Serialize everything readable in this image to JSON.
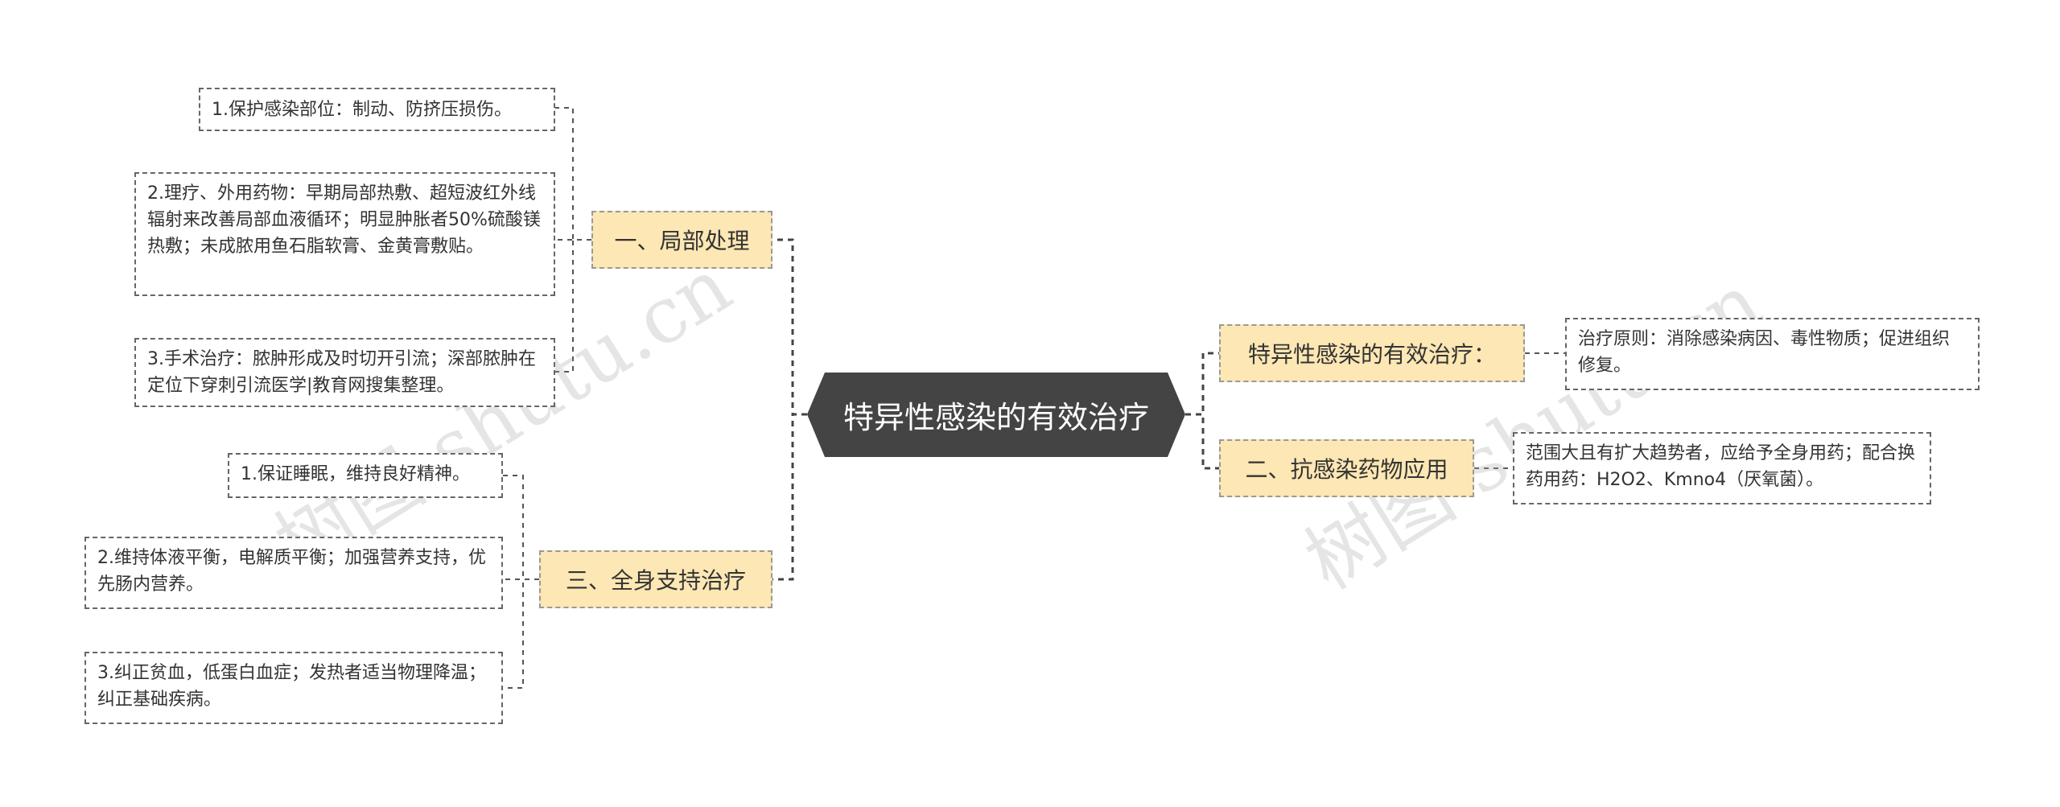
{
  "root": {
    "title": "特异性感染的有效治疗"
  },
  "left": [
    {
      "label": "一、局部处理",
      "children": [
        "1.保护感染部位：制动、防挤压损伤。",
        "2.理疗、外用药物：早期局部热敷、超短波红外线辐射来改善局部血液循环；明显肿胀者50%硫酸镁热敷；未成脓用鱼石脂软膏、金黄膏敷贴。",
        "3.手术治疗：脓肿形成及时切开引流；深部脓肿在定位下穿刺引流医学|教育网搜集整理。"
      ]
    },
    {
      "label": "三、全身支持治疗",
      "children": [
        "1.保证睡眠，维持良好精神。",
        "2.维持体液平衡，电解质平衡；加强营养支持，优先肠内营养。",
        "3.纠正贫血，低蛋白血症；发热者适当物理降温；纠正基础疾病。"
      ]
    }
  ],
  "right": [
    {
      "label": "特异性感染的有效治疗：",
      "children": [
        "治疗原则：消除感染病因、毒性物质；促进组织修复。"
      ]
    },
    {
      "label": "二、抗感染药物应用",
      "children": [
        "范围大且有扩大趋势者，应给予全身用药；配合换药用药：H2O2、Kmno4（厌氧菌）。"
      ]
    }
  ],
  "watermarks": [
    "树图 shutu.cn",
    "树图 shutu.cn"
  ],
  "colors": {
    "root_bg": "#444444",
    "branch_bg": "#fde7b4",
    "line": "#444444"
  }
}
